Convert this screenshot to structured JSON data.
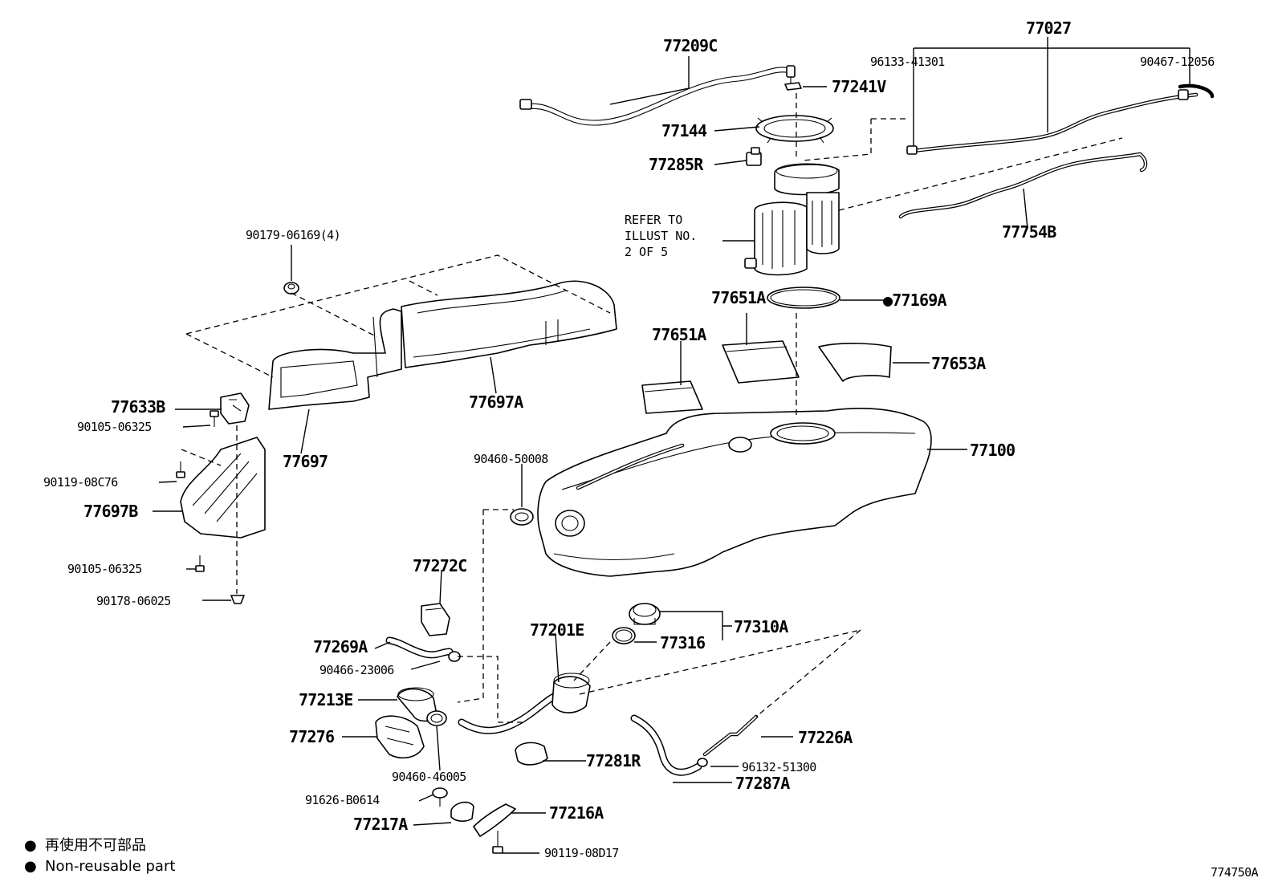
{
  "callouts": {
    "p77209C": "77209C",
    "p77027": "77027",
    "p96133_41301": "96133-41301",
    "p90467_12056": "90467-12056",
    "p77241V": "77241V",
    "p77144": "77144",
    "p77285R": "77285R",
    "p77754B": "77754B",
    "p90179_06169": "90179-06169(4)",
    "p77651A_upper": "77651A",
    "p77169A": "●77169A",
    "p77651A_lower": "77651A",
    "p77653A": "77653A",
    "p77697A": "77697A",
    "p77633B": "77633B",
    "p90105_06325_a": "90105-06325",
    "p77697": "77697",
    "p77100": "77100",
    "p90119_08C76": "90119-08C76",
    "p90460_50008": "90460-50008",
    "p77697B": "77697B",
    "p90105_06325_b": "90105-06325",
    "p90178_06025": "90178-06025",
    "p77272C": "77272C",
    "p77269A": "77269A",
    "p77201E": "77201E",
    "p77310A": "77310A",
    "p77316": "77316",
    "p90466_23006": "90466-23006",
    "p77213E": "77213E",
    "p77276": "77276",
    "p77226A": "77226A",
    "p77281R": "77281R",
    "p96132_51300": "96132-51300",
    "p90460_46005": "90460-46005",
    "p77287A": "77287A",
    "p91626_B0614": "91626-B0614",
    "p77216A": "77216A",
    "p77217A": "77217A",
    "p90119_08D17": "90119-08D17"
  },
  "refer_note": {
    "line1": "REFER TO",
    "line2": "ILLUST NO.",
    "line3": "2 OF 5"
  },
  "legend": {
    "bullet": "●",
    "line1": "再使用不可部品",
    "line2": "Non-reusable part"
  },
  "illustration_id": "774750A"
}
